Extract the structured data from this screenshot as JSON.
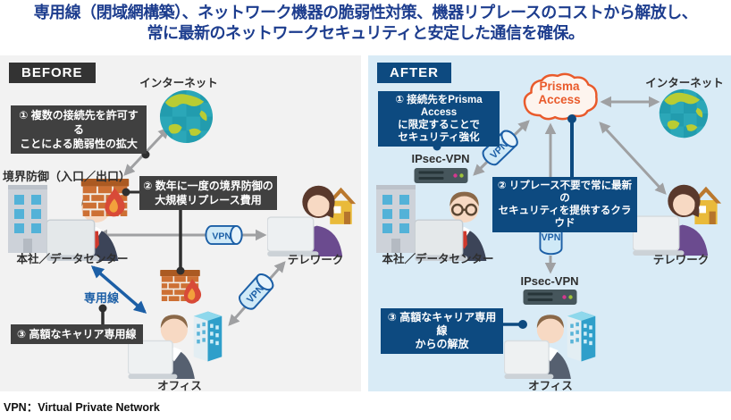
{
  "title": {
    "line1": "専用線（閉域網構築）、ネットワーク機器の脆弱性対策、機器リプレースのコストから解放し、",
    "line2": "常に最新のネットワークセキュリティと安定した通信を確保。"
  },
  "footer_note": "VPN：Virtual Private Network",
  "colors": {
    "title_blue": "#1d3d8e",
    "before_bg": "#f2f2f2",
    "before_dark": "#333333",
    "after_bg": "#d9ebf6",
    "after_navy": "#0d4a80",
    "vpn_blue": "#1c5fa6",
    "cloud_orange": "#e95a2b",
    "arrow_gray": "#9fa0a2"
  },
  "before": {
    "header": "BEFORE",
    "internet": "インターネット",
    "callout1": [
      "① 複数の接続先を許可する",
      "ことによる脆弱性の拡大"
    ],
    "perimeter": "境界防御（入口／出口）",
    "callout2": [
      "② 数年に一度の境界防御の",
      "大規模リプレース費用"
    ],
    "hq": "本社／データセンター",
    "vpn": "VPN",
    "vpn2": "VPN",
    "telework": "テレワーク",
    "leased_line": "専用線",
    "callout3": [
      "③ 高額なキャリア専用線"
    ],
    "office": "オフィス"
  },
  "after": {
    "header": "AFTER",
    "callout1": [
      "① 接続先をPrisma Access",
      "に限定することで",
      "セキュリティ強化"
    ],
    "cloud": [
      "Prisma",
      "Access"
    ],
    "internet": "インターネット",
    "ipsec_top": "IPsec-VPN",
    "vpn_tilted": "VPN",
    "callout2": [
      "② リプレース不要で常に最新の",
      "セキュリティを提供するクラウド"
    ],
    "hq": "本社／データセンター",
    "vpn_center": "VPN",
    "ipsec_bottom": "IPsec-VPN",
    "callout3": [
      "③ 高額なキャリア専用線",
      "からの解放"
    ],
    "telework": "テレワーク",
    "office": "オフィス"
  }
}
